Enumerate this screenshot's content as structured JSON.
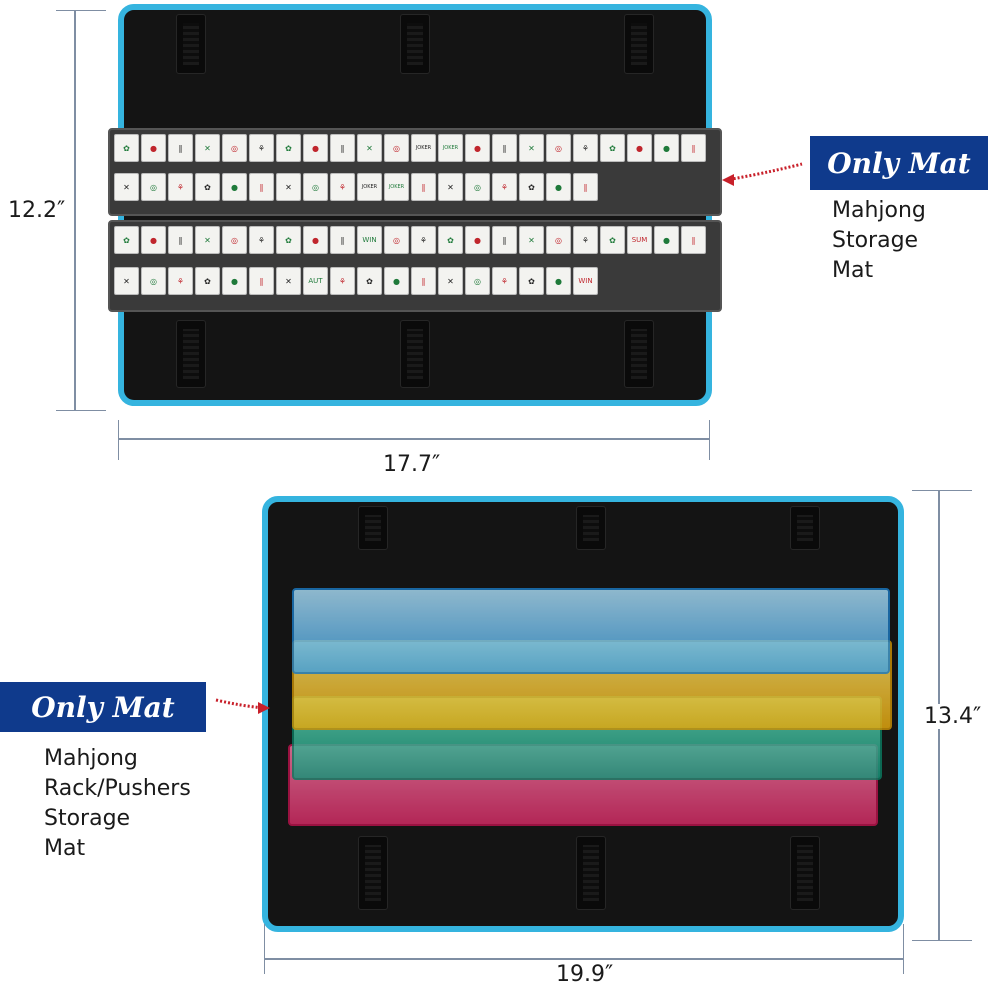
{
  "top": {
    "height_label": "12.2″",
    "width_label": "17.7″",
    "badge": "Only Mat",
    "caption_lines": [
      "Mahjong",
      "Storage",
      "Mat"
    ]
  },
  "bottom": {
    "height_label": "13.4″",
    "width_label": "19.9″",
    "badge": "Only Mat",
    "caption_lines": [
      "Mahjong",
      "Rack/Pushers",
      "Storage",
      "Mat"
    ]
  },
  "tile_text": {
    "win": "WIN",
    "sum": "SUM",
    "aut": "AUT",
    "joker": "JOKER"
  },
  "colors": {
    "mat_border": "#35b4df",
    "badge": "#0f3a8c",
    "arrow": "#c8202a",
    "pusher_blue": "#3aa6e6",
    "pusher_yellow": "#f2c11a",
    "pusher_green": "#1fb58c",
    "pusher_pink": "#e8437a"
  }
}
